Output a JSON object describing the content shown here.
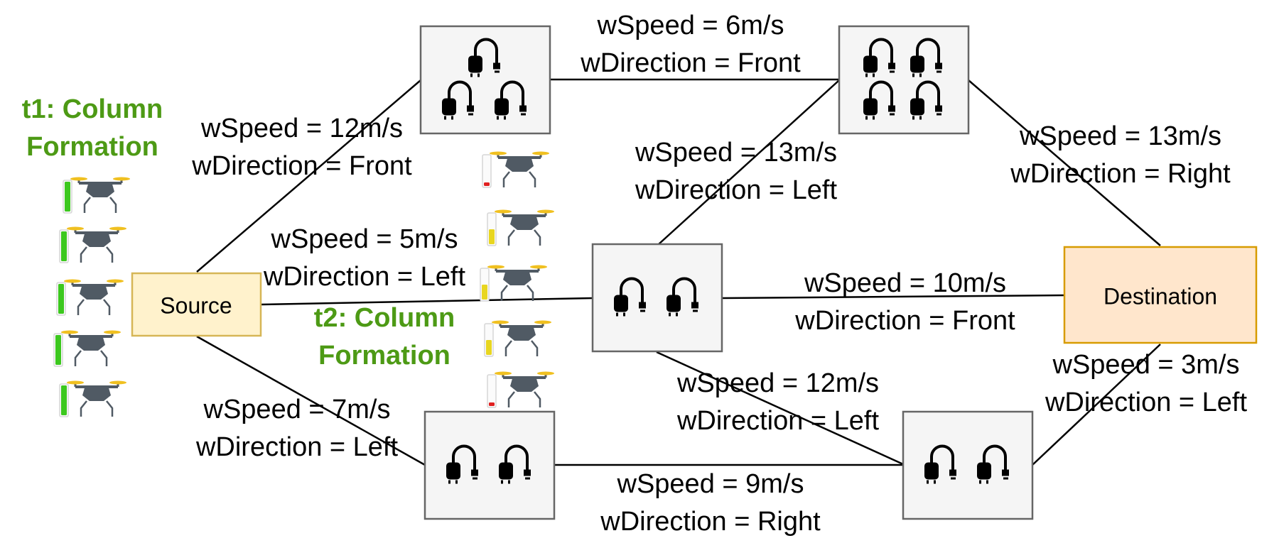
{
  "nodes": {
    "source": {
      "label": "Source",
      "fill": "#fff2cc",
      "stroke": "#d6b656"
    },
    "destination": {
      "label": "Destination",
      "fill": "#ffe6cc",
      "stroke": "#d79b00"
    },
    "station_fill": "#f5f5f5",
    "station_stroke": "#666666",
    "stations": [
      {
        "id": "top-left",
        "chargers": 3
      },
      {
        "id": "top-right",
        "chargers": 4
      },
      {
        "id": "middle",
        "chargers": 2
      },
      {
        "id": "bottom-left",
        "chargers": 2
      },
      {
        "id": "bottom-right",
        "chargers": 2
      }
    ]
  },
  "edges": [
    {
      "id": "source-topleft",
      "speed": "wSpeed = 12m/s",
      "direction": "wDirection = Front"
    },
    {
      "id": "topleft-topright",
      "speed": "wSpeed = 6m/s",
      "direction": "wDirection = Front"
    },
    {
      "id": "topright-destination",
      "speed": "wSpeed = 13m/s",
      "direction": "wDirection = Right"
    },
    {
      "id": "middle-topright",
      "speed": "wSpeed = 13m/s",
      "direction": "wDirection = Left"
    },
    {
      "id": "source-middle",
      "speed": "wSpeed = 5m/s",
      "direction": "wDirection = Left"
    },
    {
      "id": "middle-destination",
      "speed": "wSpeed = 10m/s",
      "direction": "wDirection = Front"
    },
    {
      "id": "middle-bottomright",
      "speed": "wSpeed = 12m/s",
      "direction": "wDirection = Left"
    },
    {
      "id": "source-bottomleft",
      "speed": "wSpeed = 7m/s",
      "direction": "wDirection = Left"
    },
    {
      "id": "bottomleft-bottomright",
      "speed": "wSpeed = 9m/s",
      "direction": "wDirection = Right"
    },
    {
      "id": "bottomright-destination",
      "speed": "wSpeed = 3m/s",
      "direction": "wDirection = Left"
    }
  ],
  "teams": [
    {
      "id": "t1",
      "line1": "t1: Column",
      "line2": "Formation",
      "battery_levels": [
        "full",
        "full",
        "full",
        "full",
        "full"
      ]
    },
    {
      "id": "t2",
      "line1": "t2: Column",
      "line2": "Formation",
      "battery_levels": [
        "low",
        "medium",
        "medium",
        "medium",
        "low"
      ]
    }
  ],
  "colors": {
    "team_label": "#4d9a15",
    "battery_full": "#3cc81e",
    "battery_medium": "#e8d620",
    "battery_low": "#e02020",
    "drone_body": "#505a64",
    "propeller": "#f0c020"
  }
}
